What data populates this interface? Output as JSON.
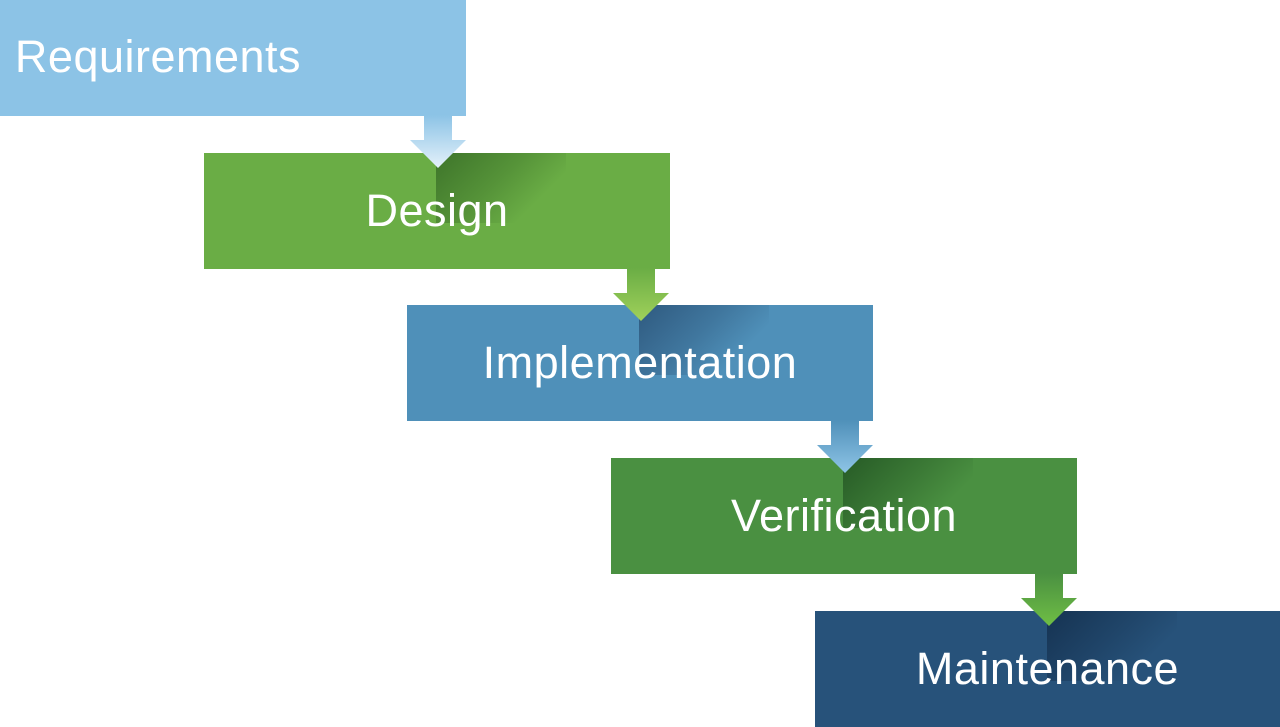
{
  "colors": {
    "requirements": "#8cc3e6",
    "design": "#6aad45",
    "implementation": "#4f90b9",
    "verification": "#4a9041",
    "maintenance": "#27527a",
    "text": "#ffffff"
  },
  "steps": [
    {
      "label": "Requirements"
    },
    {
      "label": "Design"
    },
    {
      "label": "Implementation"
    },
    {
      "label": "Verification"
    },
    {
      "label": "Maintenance"
    }
  ]
}
